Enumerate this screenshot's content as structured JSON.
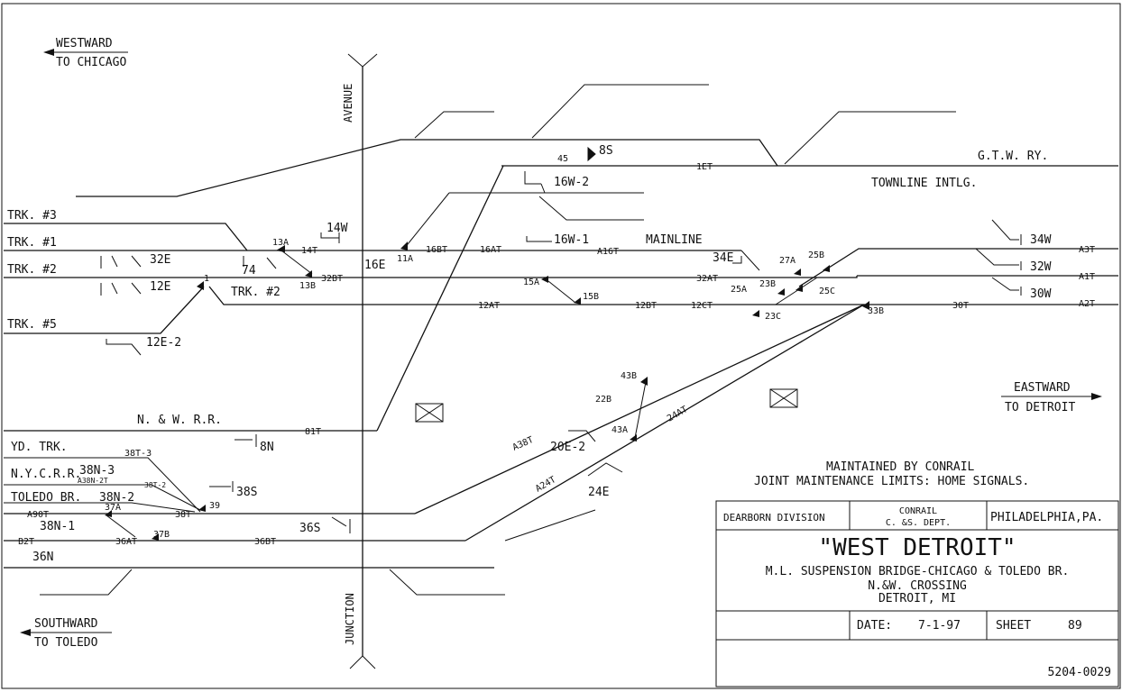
{
  "directions": {
    "westward": "WESTWARD",
    "to_chicago": "TO CHICAGO",
    "eastward": "EASTWARD",
    "to_detroit": "TO DETROIT",
    "southward": "SOUTHWARD",
    "to_toledo": "TO TOLEDO"
  },
  "streets": {
    "avenue": "AVENUE",
    "junction": "JUNCTION"
  },
  "lines": {
    "gtw": "G.T.W. RY.",
    "townline": "TOWNLINE INTLG.",
    "mainline": "MAINLINE",
    "nw": "N. & W. R.R.",
    "yd": "YD. TRK.",
    "nycrr": "N.Y.C.R.R.",
    "toledo": "TOLEDO BR.",
    "trk3": "TRK. #3",
    "trk1": "TRK. #1",
    "trk2": "TRK. #2",
    "trk5": "TRK. #5",
    "trk2b": "TRK. #2"
  },
  "signals": {
    "s8S": "8S",
    "s16W2": "16W-2",
    "s16W1": "16W-1",
    "s14W": "14W",
    "s16E": "16E",
    "s32E": "32E",
    "s12E": "12E",
    "s12E2": "12E-2",
    "s74": "74",
    "s34E": "34E",
    "s34W": "34W",
    "s32W": "32W",
    "s30W": "30W",
    "s8N": "8N",
    "s20E2": "20E-2",
    "s24E": "24E",
    "s38N3": "38N-3",
    "s38N2": "38N-2",
    "s38N1": "38N-1",
    "s36N": "36N",
    "s38S": "38S",
    "s36S": "36S"
  },
  "switches": {
    "sw45": "45",
    "sw13A": "13A",
    "sw13B": "13B",
    "sw11A": "11A",
    "sw1": "1",
    "sw15A": "15A",
    "sw15B": "15B",
    "sw27A": "27A",
    "sw25B": "25B",
    "sw23B": "23B",
    "sw25A": "25A",
    "sw25C": "25C",
    "sw23C": "23C",
    "sw33B": "33B",
    "sw43B": "43B",
    "sw43A": "43A",
    "sw22B": "22B",
    "sw37A": "37A",
    "sw37B": "37B",
    "sw39": "39",
    "sw38T3": "38T-3"
  },
  "circuits": {
    "c1ET": "1ET",
    "c14T": "14T",
    "c16BT": "16BT",
    "c16AT": "16AT",
    "cA16T": "A16T",
    "c32BT": "32BT",
    "c32AT": "32AT",
    "c12AT": "12AT",
    "c12BT": "12BT",
    "c12CT": "12CT",
    "c30T": "30T",
    "cA3T": "A3T",
    "cA1T": "A1T",
    "cA2T": "A2T",
    "c81T": "81T",
    "cA38T": "A38T",
    "c24AT": "24AT",
    "cA24T": "A24T",
    "c38T": "38T",
    "cA90T": "A90T",
    "cB2T": "B2T",
    "c36AT": "36AT",
    "c36BT": "36BT",
    "cA38N2T": "A38N-2T",
    "c38T2": "38T-2"
  },
  "maintenance": {
    "line1": "MAINTAINED BY CONRAIL",
    "line2": "JOINT MAINTENANCE LIMITS: HOME SIGNALS."
  },
  "title_block": {
    "division": "DEARBORN DIVISION",
    "dept_line1": "CONRAIL",
    "dept_line2": "C. &S. DEPT.",
    "city": "PHILADELPHIA,PA.",
    "title": "\"WEST DETROIT\"",
    "sub1": "M.L. SUSPENSION BRIDGE-CHICAGO & TOLEDO BR.",
    "sub2": "N.&W. CROSSING",
    "sub3": "DETROIT, MI",
    "date_label": "DATE:",
    "date_value": "7-1-97",
    "sheet_label": "SHEET",
    "sheet_value": "89",
    "drawing_no": "5204-0029"
  }
}
